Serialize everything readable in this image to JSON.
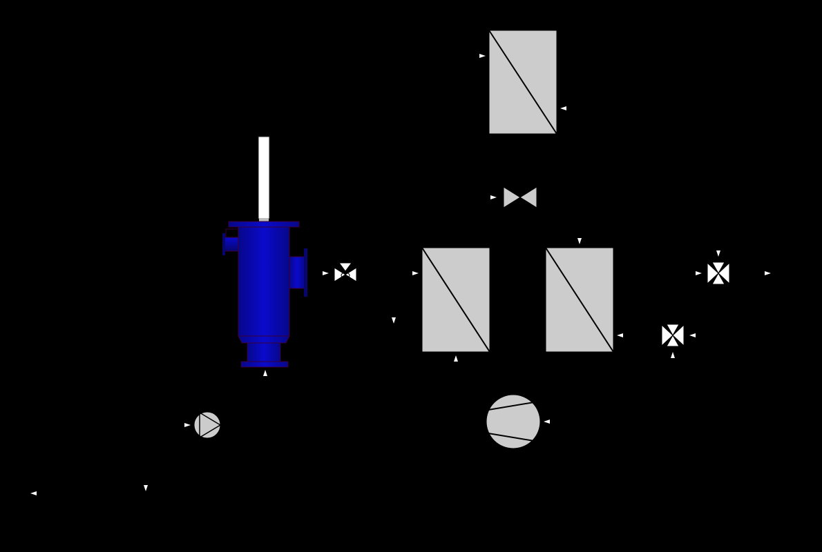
{
  "diagram": {
    "background": "#000000",
    "colors": {
      "equipment_fill": "#cccccc",
      "equipment_line": "#000000",
      "vessel_fill": "#0a0acc",
      "vessel_dark": "#07078a",
      "vessel_outline": "#3a0033",
      "stack_fill": "#ffffff",
      "valve_white": "#ffffff",
      "valve_grey": "#cccccc",
      "port_marker": "#ffffff"
    },
    "equipment": [
      {
        "id": "heat-exchanger-top",
        "kind": "heat-exchanger",
        "icon": "heat-exchanger-icon"
      },
      {
        "id": "heat-exchanger-middle-left",
        "kind": "heat-exchanger",
        "icon": "heat-exchanger-icon"
      },
      {
        "id": "heat-exchanger-middle-right",
        "kind": "heat-exchanger",
        "icon": "heat-exchanger-icon"
      },
      {
        "id": "separator-vessel",
        "kind": "vessel",
        "icon": "vessel-icon"
      },
      {
        "id": "exhaust-stack",
        "kind": "stack",
        "icon": "stack-icon"
      },
      {
        "id": "centrifugal-pump",
        "kind": "pump",
        "icon": "pump-icon"
      },
      {
        "id": "compressor",
        "kind": "compressor",
        "icon": "compressor-icon"
      }
    ],
    "valves": [
      {
        "id": "gate-valve-top",
        "kind": "two-way",
        "icon": "gate-valve-icon"
      },
      {
        "id": "control-valve-left",
        "kind": "two-way-actuated",
        "icon": "control-valve-icon"
      },
      {
        "id": "four-way-valve-right",
        "kind": "four-way",
        "icon": "four-way-valve-icon"
      },
      {
        "id": "four-way-valve-lower",
        "kind": "four-way",
        "icon": "four-way-valve-icon"
      }
    ]
  }
}
